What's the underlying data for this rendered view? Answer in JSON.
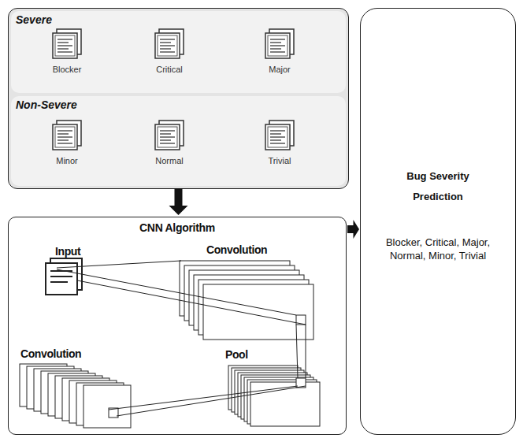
{
  "diagram": {
    "nodes": [
      {
        "text": [
          "Severe"
        ]
      },
      {
        "text": [
          "Blocker"
        ],
        "in": 0
      },
      {
        "text": [
          "Critical"
        ],
        "in": 0
      },
      {
        "text": [
          "Major"
        ],
        "in": 0
      },
      {
        "text": [
          "Non-Severe"
        ]
      },
      {
        "text": [
          "Minor"
        ],
        "in": 4
      },
      {
        "text": [
          "Normal"
        ],
        "in": 4
      },
      {
        "text": [
          "Trivial"
        ],
        "in": 4
      },
      {
        "text": [
          "CNN Algorithm"
        ]
      },
      {
        "text": [
          "Bug Severity Prediction",
          "Blocker, Critical, Major, Normal, Minor, Trivial"
        ]
      }
    ],
    "edges": [
      {
        "from": 4,
        "to": 8,
        "arrow": "to"
      },
      {
        "from": 8,
        "to": 9,
        "arrow": "to"
      }
    ],
    "labels": [
      "Input",
      "Convolution",
      "Pool",
      "Convolution"
    ]
  }
}
